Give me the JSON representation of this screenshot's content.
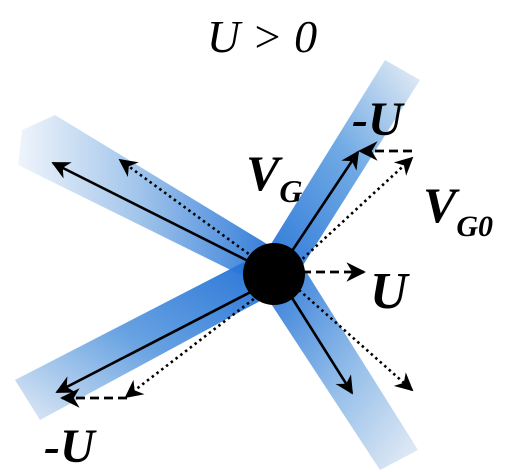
{
  "title": "U > 0",
  "labels": {
    "vg_main": "V",
    "vg_sub": "G",
    "vg0_main": "V",
    "vg0_sub": "G0",
    "u_right": "U",
    "neg_u_top": "-U",
    "neg_u_bottom": "-U"
  },
  "colors": {
    "ray_blue": "#1f6fd6",
    "ray_light": "#d9e8f7",
    "ray_gray": "#e6e6e6",
    "arrow": "#000000",
    "point": "#000000"
  }
}
